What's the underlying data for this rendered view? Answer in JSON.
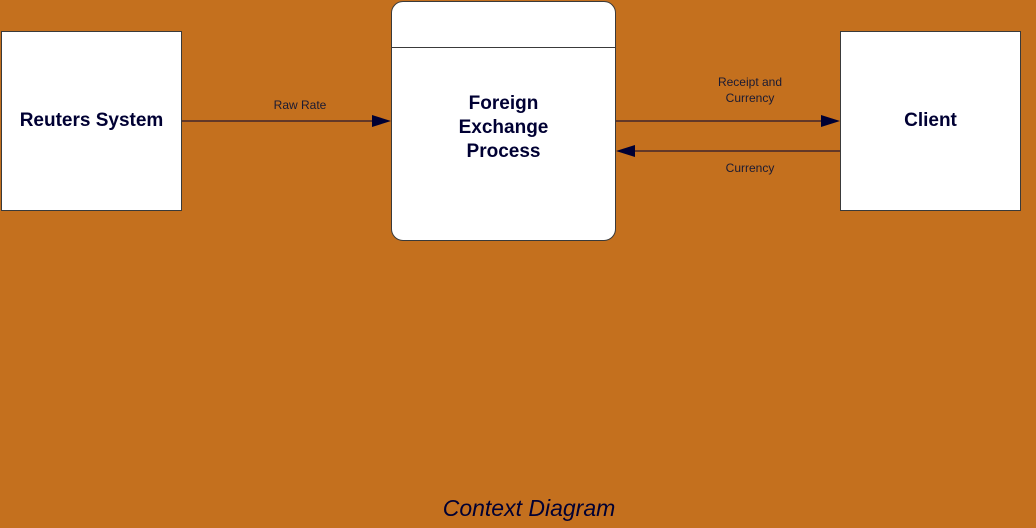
{
  "title": "Context Diagram",
  "entities": {
    "reuters": "Reuters System",
    "client": "Client"
  },
  "process": {
    "lines": [
      "Foreign",
      "Exchange",
      "Process"
    ]
  },
  "flows": {
    "raw_rate": "Raw Rate",
    "receipt_line1": "Receipt and",
    "receipt_line2": "Currency",
    "currency": "Currency"
  },
  "colors": {
    "background": "#C4701E",
    "box_fill": "#FFFFFF",
    "arrow": "#000033"
  }
}
